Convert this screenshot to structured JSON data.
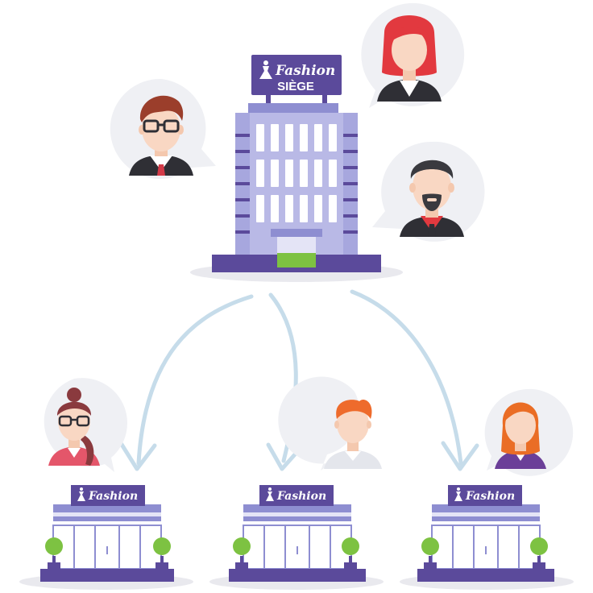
{
  "headquarters": {
    "sign_brand": "Fashion",
    "sign_label": "SIÈGE"
  },
  "stores": [
    {
      "sign_brand": "Fashion"
    },
    {
      "sign_brand": "Fashion"
    },
    {
      "sign_brand": "Fashion"
    }
  ],
  "colors": {
    "brand_purple": "#5b4a9b",
    "building_lavender": "#b9b9e6",
    "door_green": "#7dc242",
    "arrow_blue": "#c6dcea",
    "bubble_gray": "#eff0f4"
  }
}
